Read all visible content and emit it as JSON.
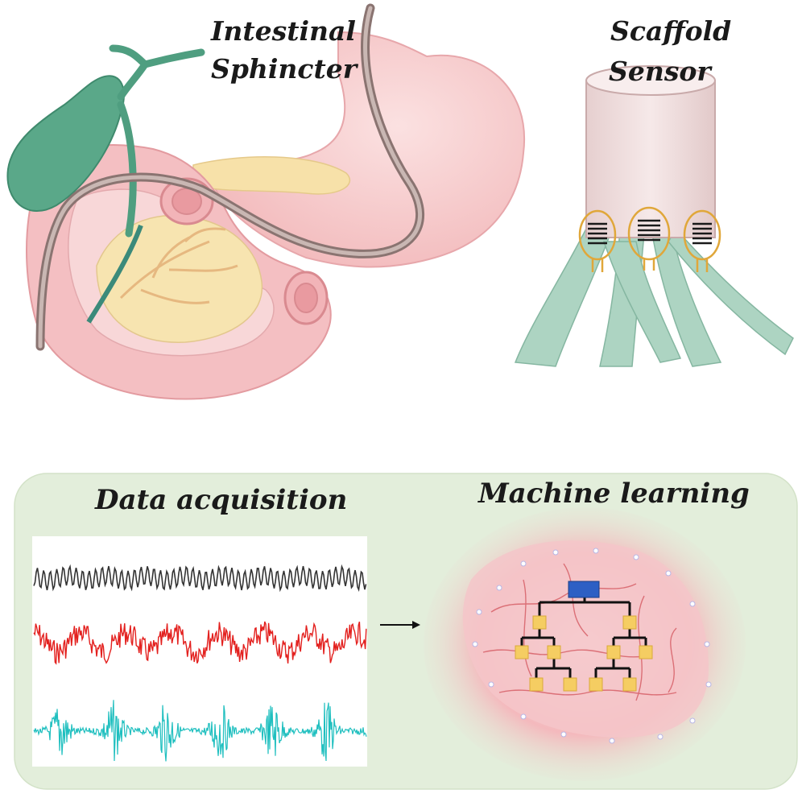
{
  "labels": {
    "intestinal_line1": "Intestinal",
    "intestinal_line2": "Sphincter",
    "scaffold_line1": "Scaffold",
    "scaffold_line2": "Sensor",
    "data_acquisition": "Data acquisition",
    "machine_learning": "Machine learning"
  },
  "colors": {
    "panel_bg": "#e3eedb",
    "stomach_pink": "#f4c7c8",
    "stomach_dark": "#e89ea3",
    "gallbladder": "#5aa889",
    "scaffold_cylinder": "#efdcdc",
    "scaffold_legs": "#a9d2bf",
    "sensor_gold": "#e0a73a",
    "signal_black": "#333333",
    "signal_red": "#e3201e",
    "signal_cyan": "#1fbfbf",
    "brain_red": "#e87b82",
    "tree_root": "#2d5fc4",
    "tree_node": "#f5cd62"
  },
  "icons": [
    "arrow-right-icon",
    "decision-tree-icon",
    "brain-icon",
    "endoscope-icon"
  ]
}
